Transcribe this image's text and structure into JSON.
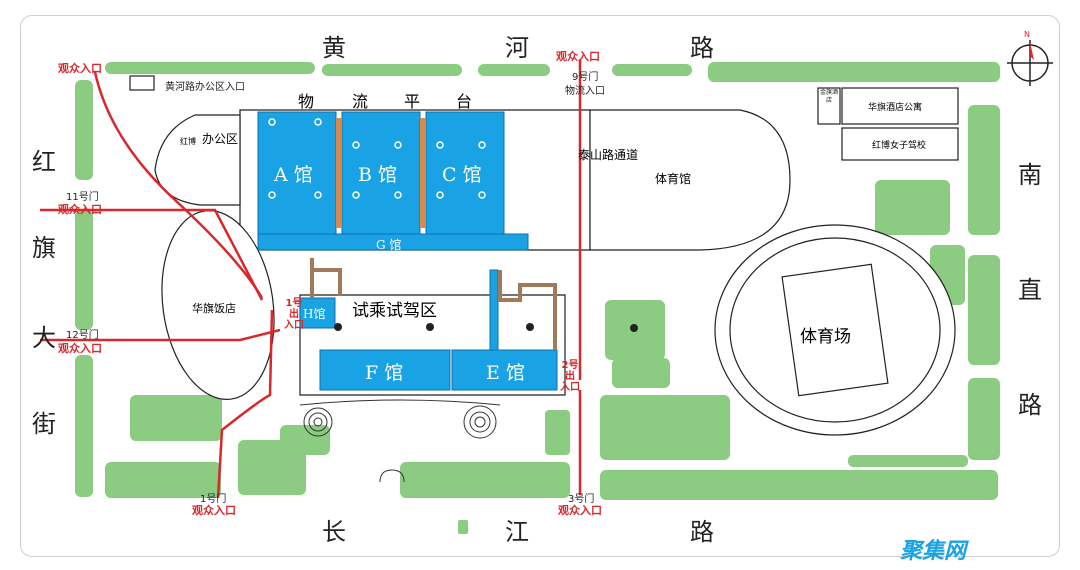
{
  "roads": {
    "north": [
      "黄",
      "河",
      "路"
    ],
    "south": [
      "长",
      "江",
      "路"
    ],
    "west": [
      "红",
      "旗",
      "大",
      "街"
    ],
    "east": [
      "南",
      "直",
      "路"
    ]
  },
  "entrances": {
    "nw": "观众入口",
    "gate9_entry": "观众入口",
    "gate9_num": "9号门",
    "gate11_num": "11号门",
    "gate11_entry": "观众入口",
    "gate12_num": "12号门",
    "gate12_entry": "观众入口",
    "gate1_num": "1号门",
    "gate1_entry": "观众入口",
    "gate3_num": "3号门",
    "gate3_entry": "观众入口"
  },
  "labels": {
    "office_entry": "黄河路办公区入口",
    "logistics_entry": "物流入口",
    "logistics_platform": [
      "物",
      "流",
      "平",
      "台"
    ],
    "office_small": "红博",
    "office": "办公区",
    "taishan": [
      "泰",
      "山",
      "路",
      "通",
      "道"
    ],
    "gym": "体育馆",
    "hotel_apartment": "华旗酒店公寓",
    "driving_school": "红博女子驾校",
    "side_box": "金旗酒店",
    "huaqi_hotel": "华旗饭店",
    "test_drive": "试乘试驾区",
    "stadium": "体育场",
    "exit1": [
      "1号",
      "出",
      "入口"
    ],
    "exit2": [
      "2号",
      "出",
      "入口"
    ],
    "watermark": "聚集网",
    "north_arrow": "N"
  },
  "halls": {
    "a": "A 馆",
    "b": "B 馆",
    "c": "C 馆",
    "g": "G 馆",
    "h": "H馆",
    "f": "F 馆",
    "e": "E 馆"
  },
  "colors": {
    "hall": "#1aa3e4",
    "green": "#8ccc82",
    "red_route": "#d8282c",
    "outline": "#222222"
  }
}
